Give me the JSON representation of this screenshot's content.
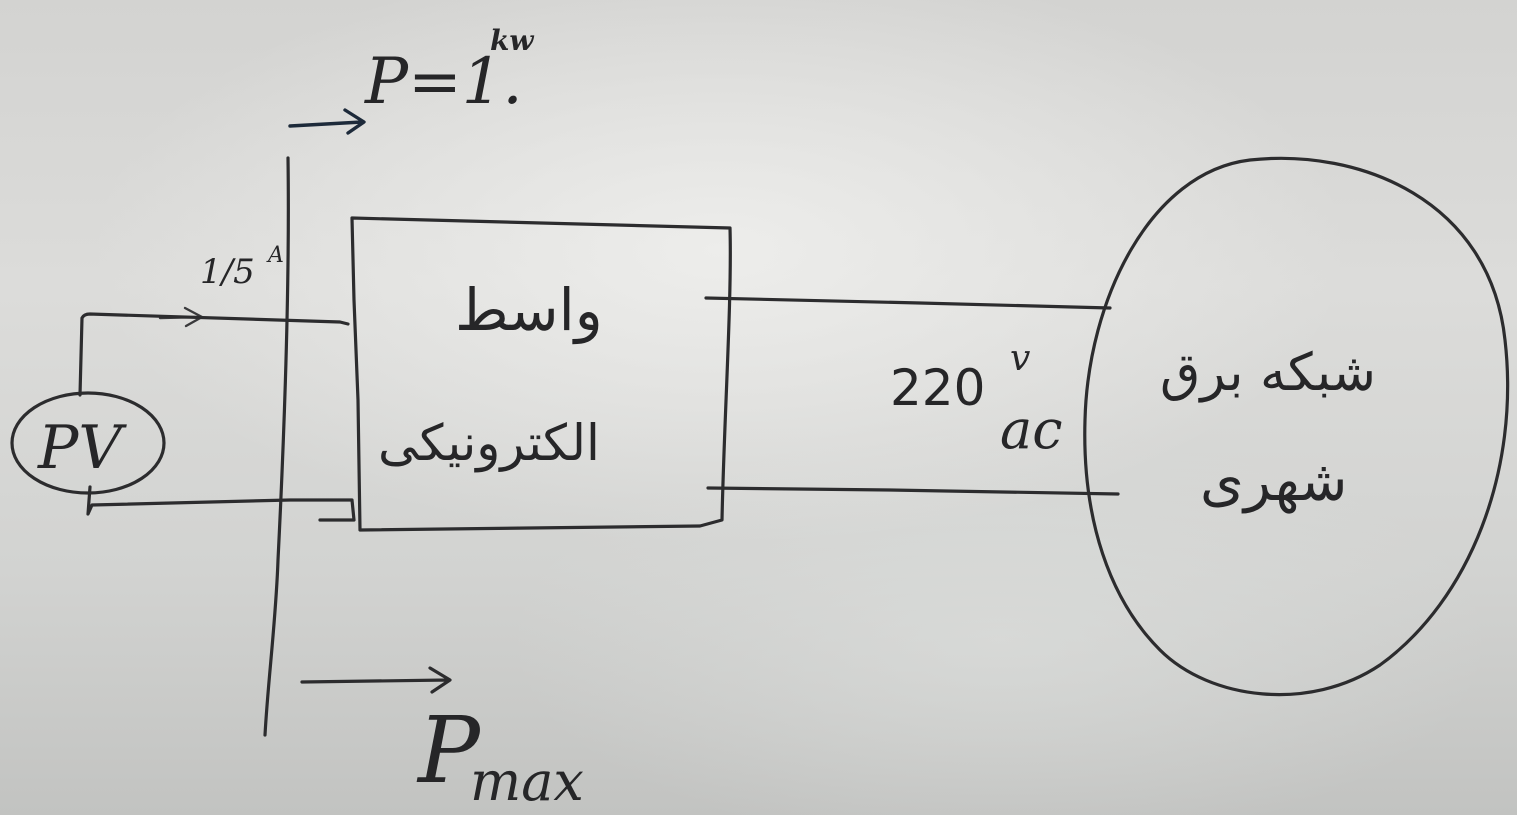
{
  "power_label": "P=1.",
  "power_unit": "kw",
  "current_label": "1/5",
  "current_unit": "A",
  "source_label": "PV",
  "interface_line1": "واسط",
  "interface_line2": "الکترونیکی",
  "voltage_label": "220",
  "voltage_unit": "v",
  "voltage_type": "ac",
  "grid_line1": "شبکه برق",
  "grid_line2": "شهری",
  "pmax_base": "P",
  "pmax_sub": "max",
  "colors": {
    "ink": "#2c2c2e",
    "arrow_blue": "#1d2a3a",
    "board": "#dcdcda"
  }
}
